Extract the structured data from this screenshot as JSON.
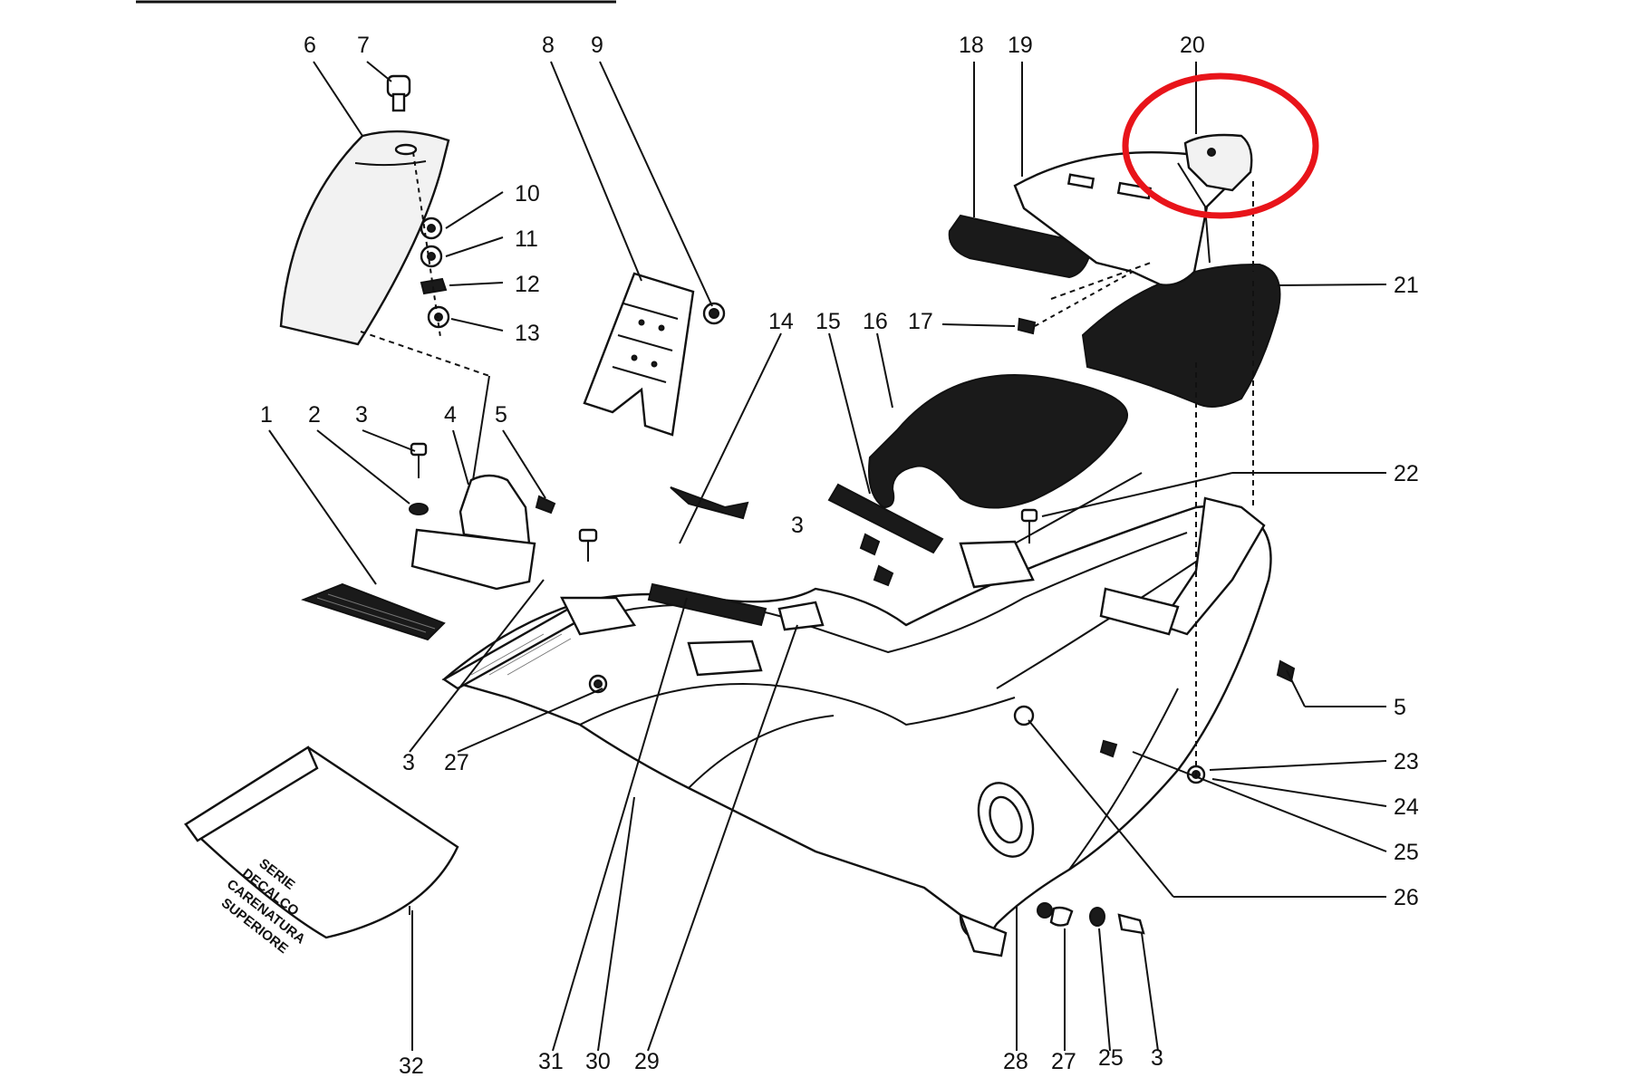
{
  "diagram": {
    "part_numbers": [
      "1",
      "2",
      "3",
      "4",
      "5",
      "6",
      "7",
      "8",
      "9",
      "10",
      "11",
      "12",
      "13",
      "14",
      "15",
      "16",
      "17",
      "18",
      "19",
      "20",
      "21",
      "22",
      "23",
      "24",
      "25",
      "26",
      "27",
      "28",
      "29",
      "30",
      "31",
      "32"
    ],
    "bottom_labels": [
      "32",
      "31",
      "30",
      "29",
      "28",
      "27",
      "25",
      "3"
    ],
    "extra_labels": [
      "3",
      "3",
      "27",
      "5"
    ],
    "decal_text": [
      "SERIE",
      "DECALCO",
      "CARENATURA",
      "SUPERIORE"
    ],
    "highlight": {
      "part": "20",
      "color": "#e8141a"
    }
  }
}
